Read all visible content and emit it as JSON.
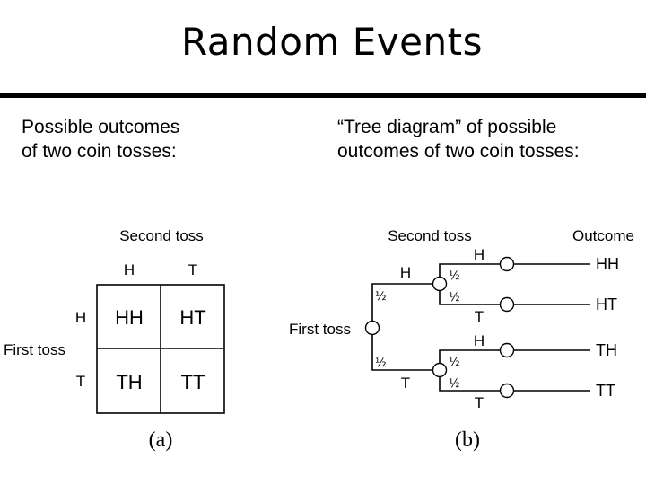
{
  "title": "Random Events",
  "left_caption": [
    "Possible outcomes",
    "of two coin tosses:"
  ],
  "right_caption": [
    "“Tree diagram” of possible",
    "outcomes of two coin tosses:"
  ],
  "table": {
    "second_toss_label": "Second toss",
    "first_toss_label": "First toss",
    "col_headers": [
      "H",
      "T"
    ],
    "row_headers": [
      "H",
      "T"
    ],
    "cells": [
      [
        "HH",
        "HT"
      ],
      [
        "TH",
        "TT"
      ]
    ],
    "caption": "(a)"
  },
  "tree": {
    "second_toss_label": "Second toss",
    "outcome_label": "Outcome",
    "first_toss_label": "First toss",
    "first_branches": [
      {
        "label": "H",
        "prob": "½"
      },
      {
        "label": "T",
        "prob": "½"
      }
    ],
    "second_branches": [
      {
        "top": "H",
        "top_prob": "½",
        "bottom": "T",
        "bottom_prob": "½"
      },
      {
        "top": "H",
        "top_prob": "½",
        "bottom": "T",
        "bottom_prob": "½"
      }
    ],
    "outcomes": [
      "HH",
      "HT",
      "TH",
      "TT"
    ],
    "caption": "(b)"
  }
}
